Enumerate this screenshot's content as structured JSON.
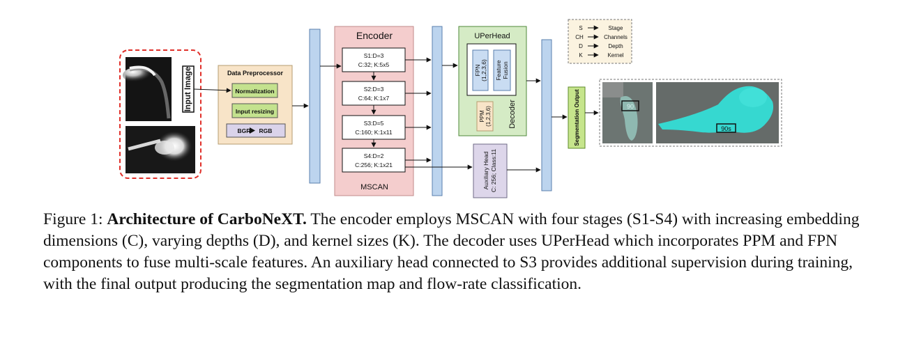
{
  "diagram": {
    "input_image_label": "Input Image",
    "data_preprocessor": {
      "title": "Data Preprocessor",
      "steps": [
        "Normalization",
        "Input resizing"
      ],
      "conversion": {
        "from": "BGR",
        "to": "RGB"
      }
    },
    "encoder": {
      "title": "Encoder",
      "footer": "MSCAN",
      "stages": [
        {
          "line1": "S1:D=3",
          "line2": "C:32; K:5x5"
        },
        {
          "line1": "S2:D=3",
          "line2": "C:64; K:1x7"
        },
        {
          "line1": "S3:D=5",
          "line2": "C:160; K:1x11"
        },
        {
          "line1": "S4:D=2",
          "line2": "C:256; K:1x21"
        }
      ]
    },
    "decoder": {
      "title": "UPerHead",
      "side_label": "Decoder",
      "fpn": {
        "line1": "FPN",
        "line2": "(1,2,3,6)"
      },
      "fusion": {
        "line1": "Feature",
        "line2": "Fusion"
      },
      "ppm": {
        "line1": "PPM",
        "line2": "(1,2,3,6)"
      }
    },
    "auxiliary_head": {
      "line1": "Auxiliary Head",
      "line2": "C: 256; Class:11"
    },
    "segmentation_output": "Segmentation Output",
    "legend": [
      {
        "key": "S",
        "value": "Stage"
      },
      {
        "key": "CH",
        "value": "Channels"
      },
      {
        "key": "D",
        "value": "Depth"
      },
      {
        "key": "K",
        "value": "Kernel"
      }
    ],
    "output_labels": [
      "90",
      "90s"
    ],
    "colors": {
      "input_border": "#e0302a",
      "preprocessor_fill": "#f8e4c8",
      "green_fill": "#c4e28e",
      "conversion_fill": "#dad3ea",
      "column_fill": "#bcd4ee",
      "encoder_fill": "#f4cdcd",
      "decoder_fill": "#d5ebc5",
      "aux_fill": "#ddd6ea",
      "segout_fill": "#c6e58c",
      "legend_fill": "#fbf3e0",
      "plume_color": "#36d8d0"
    }
  },
  "caption": {
    "prefix": "Figure 1: ",
    "bold": "Architecture of CarboNeXT.",
    "text": " The encoder employs MSCAN with four stages (S1-S4) with increasing embedding dimensions (C), varying depths (D), and kernel sizes (K). The decoder uses UPerHead which incorporates PPM and FPN components to fuse multi-scale features. An auxiliary head connected to S3 provides additional supervision during training, with the final output producing the segmentation map and flow-rate classification."
  }
}
